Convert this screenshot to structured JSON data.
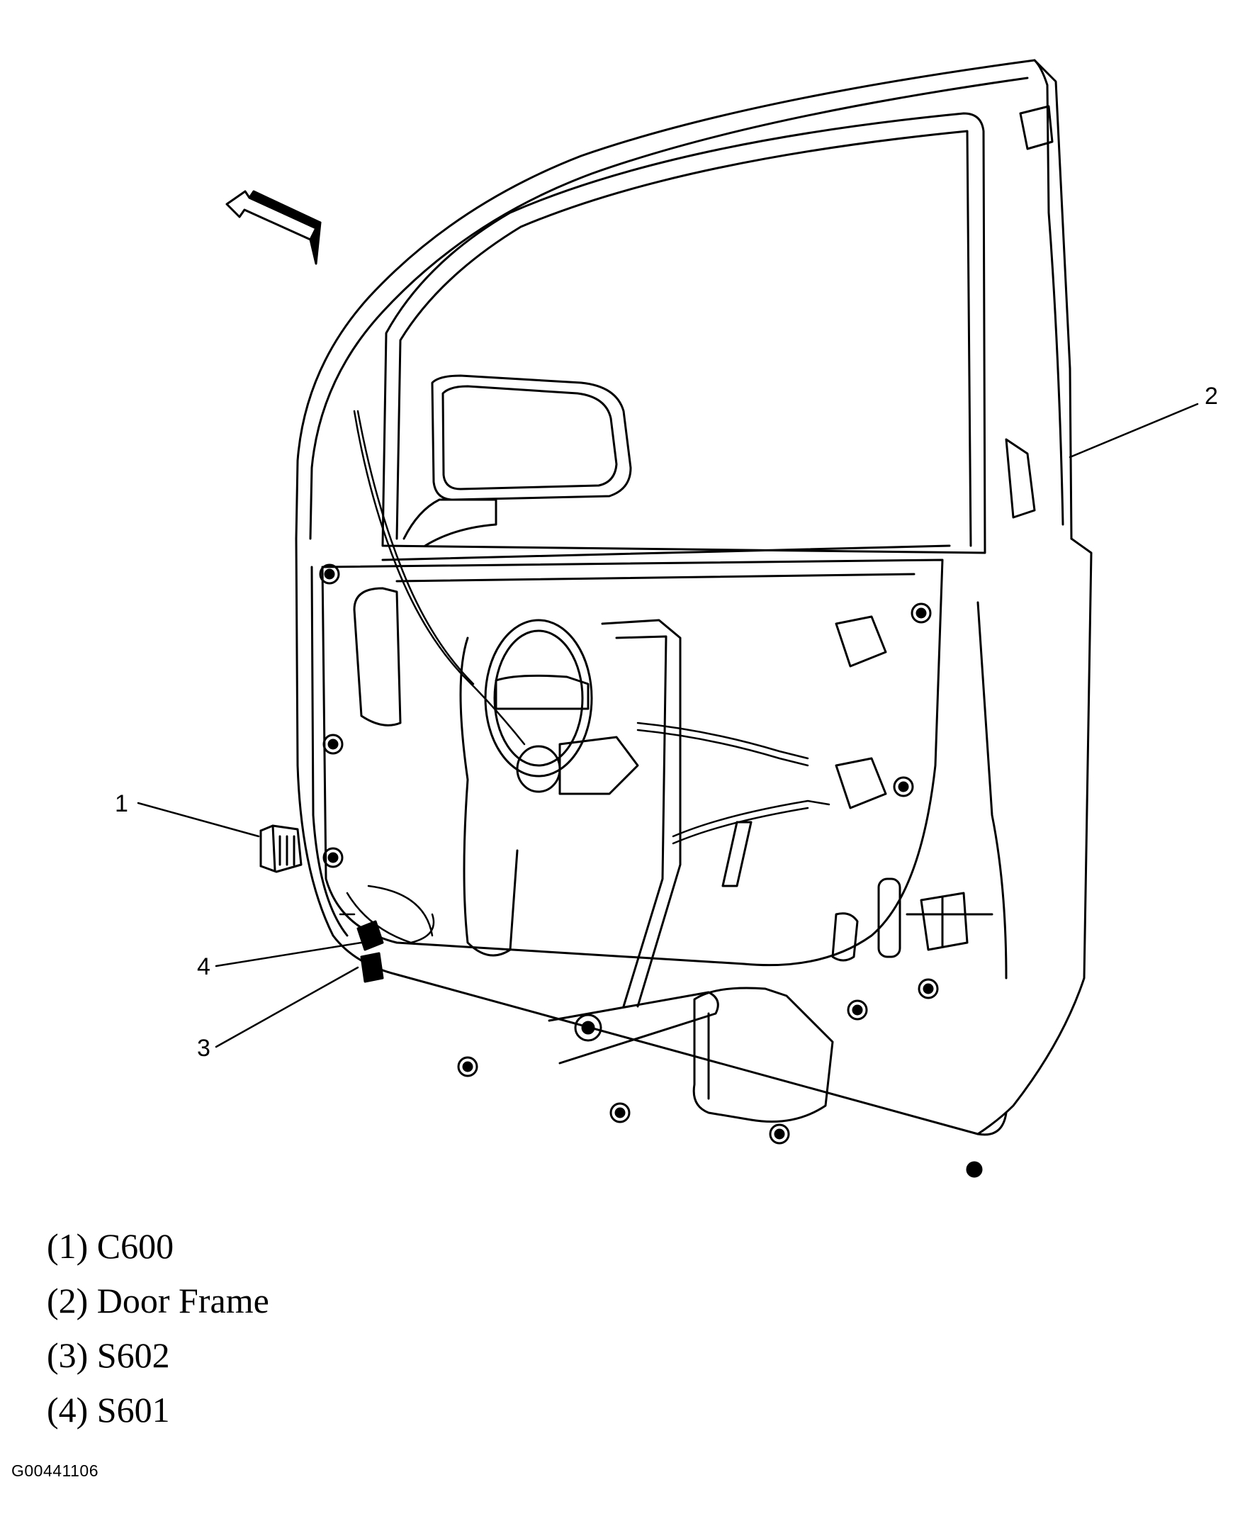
{
  "callouts": [
    {
      "number": "1",
      "part": "C600"
    },
    {
      "number": "2",
      "part": "Door Frame"
    },
    {
      "number": "3",
      "part": "S602"
    },
    {
      "number": "4",
      "part": "S601"
    }
  ],
  "legend": [
    "(1) C600",
    "(2) Door Frame",
    "(3) S602",
    "(4) S601"
  ],
  "figure_id": "G00441106",
  "colors": {
    "line": "#000000",
    "background": "#ffffff"
  }
}
